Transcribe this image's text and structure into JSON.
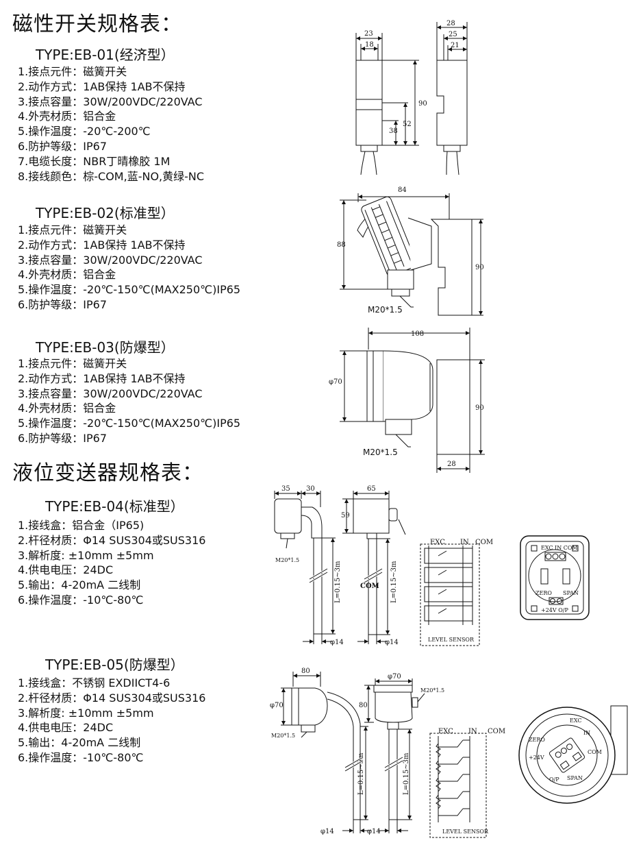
{
  "heading_switch": "磁性开关规格表：",
  "heading_transmitter": "液位变送器规格表：",
  "eb01": {
    "type": "TYPE:EB-01(经济型）",
    "specs": [
      "1.接点元件：磁簧开关",
      "2.动作方式：1AB保持  1AB不保持",
      "3.接点容量：30W/200VDC/220VAC",
      "4.外壳材质：铝合金",
      "5.操作温度：-20℃-200℃",
      "6.防护等级：IP67",
      "7.电缆长度：NBR丁晴橡胶 1M",
      "8.接线颜色：棕-COM,蓝-NO,黄绿-NC"
    ],
    "dims": {
      "w_outer": "23",
      "w_inner": "18",
      "h_total": "90",
      "h_mid": "52",
      "h_low": "38",
      "side_outer": "28",
      "side_mid": "25",
      "side_inner": "21"
    }
  },
  "eb02": {
    "type": "TYPE:EB-02(标准型）",
    "specs": [
      "1.接点元件：磁簧开关",
      "2.动作方式：1AB保持  1AB不保持",
      "3.接点容量：30W/200VDC/220VAC",
      "4.外壳材质：铝合金",
      "5.操作温度：-20℃-150℃(MAX250℃)IP65",
      "6.防护等级：IP67"
    ],
    "dims": {
      "width": "84",
      "h_head": "88",
      "h_body": "90",
      "thread": "M20*1.5"
    }
  },
  "eb03": {
    "type": "TYPE:EB-03(防爆型）",
    "specs": [
      "1.接点元件：磁簧开关",
      "2.动作方式：1AB保持  1AB不保持",
      "3.接点容量：30W/200VDC/220VAC",
      "4.外壳材质：铝合金",
      "5.操作温度：-20℃-150℃(MAX250℃)IP65",
      "6.防护等级：IP67"
    ],
    "dims": {
      "width": "108",
      "dia": "φ70",
      "h_body": "90",
      "w_body": "28",
      "thread": "M20*1.5"
    }
  },
  "eb04": {
    "type": "TYPE:EB-04(标准型）",
    "specs": [
      "1.接线盒：铝合金（IP65)",
      "2.杆径材质：Φ14 SUS304或SUS316",
      "3.解析度: ±10mm  ±5mm",
      "4.供电电压：24DC",
      "5.输出：4-20mA 二线制",
      "6.操作温度：-10℃-80℃"
    ],
    "dims": {
      "d35": "35",
      "d30": "30",
      "d65": "65",
      "d59": "59",
      "thread": "M20*1.5",
      "length": "L=0.15~3m",
      "rod": "φ14",
      "com": "COM"
    },
    "wiring": {
      "exc": "EXC",
      "in": "IN",
      "com": "COM",
      "sensor": "LEVEL SENSOR"
    },
    "terminal": {
      "top": "EXC IN COM",
      "zero": "ZERO",
      "span": "SPAN",
      "bottom": "+24V  O/P"
    }
  },
  "eb05": {
    "type": "TYPE:EB-05(防爆型）",
    "specs": [
      "1.接线盒：不锈钢 EXDIICT4-6",
      "2.杆径材质：Φ14 SUS304或SUS316",
      "3.解析度: ±10mm  ±5mm",
      "4.供电电压：24DC",
      "5.输出：4-20mA 二线制",
      "6.操作温度：-10℃-80℃"
    ],
    "dims": {
      "d80": "80",
      "dia": "φ70",
      "thread": "M20*1.5",
      "length": "L=0.15~3m",
      "rod": "φ14"
    },
    "wiring": {
      "exc": "EXC",
      "in": "IN",
      "com": "COM",
      "sensor": "LEVEL SENSOR"
    },
    "terminal": {
      "exc": "EXC",
      "in": "IN",
      "com": "COM",
      "zero": "ZERO",
      "span": "SPAN",
      "plus24": "+24V",
      "op": "O/P"
    }
  }
}
